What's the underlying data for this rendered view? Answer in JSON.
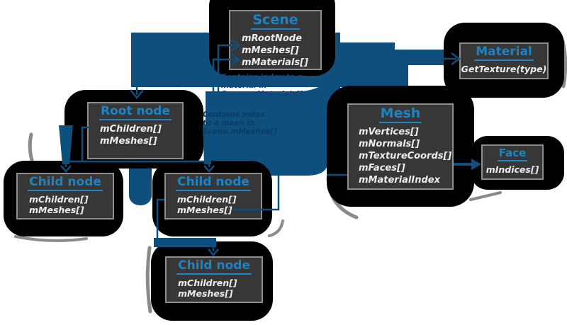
{
  "diagram": {
    "boxes": {
      "scene": {
        "title": "Scene",
        "fields": [
          "mRootNode",
          "mMeshes[]",
          "mMaterials[]"
        ]
      },
      "material": {
        "title": "Material",
        "fields": [
          "GetTexture(type)"
        ]
      },
      "mesh": {
        "title": "Mesh",
        "fields": [
          "mVertices[]",
          "mNormals[]",
          "mTextureCoords[]",
          "mFaces[]",
          "mMaterialIndex"
        ]
      },
      "face": {
        "title": "Face",
        "fields": [
          "mIndices[]"
        ]
      },
      "root": {
        "title": "Root node",
        "fields": [
          "mChildren[]",
          "mMeshes[]"
        ]
      },
      "child1": {
        "title": "Child node",
        "fields": [
          "mChildren[]",
          "mMeshes[]"
        ]
      },
      "child2": {
        "title": "Child node",
        "fields": [
          "mChildren[]",
          "mMeshes[]"
        ]
      },
      "child3": {
        "title": "Child node",
        "fields": [
          "mChildren[]",
          "mMeshes[]"
        ]
      }
    },
    "annotations": {
      "material_note": "Contains index to a material in Scene.mMaterials[]",
      "mesh_note": "Contains index to a mesh in Scene.mMeshes[]"
    },
    "colors": {
      "accent_title": "#1c84c6",
      "arrow_blue": "#0f4f7e",
      "box_fill": "#373737",
      "box_border": "#8e8e8e",
      "halo": "#000000",
      "note_text": "#14477c",
      "field_text": "#ececec"
    }
  }
}
